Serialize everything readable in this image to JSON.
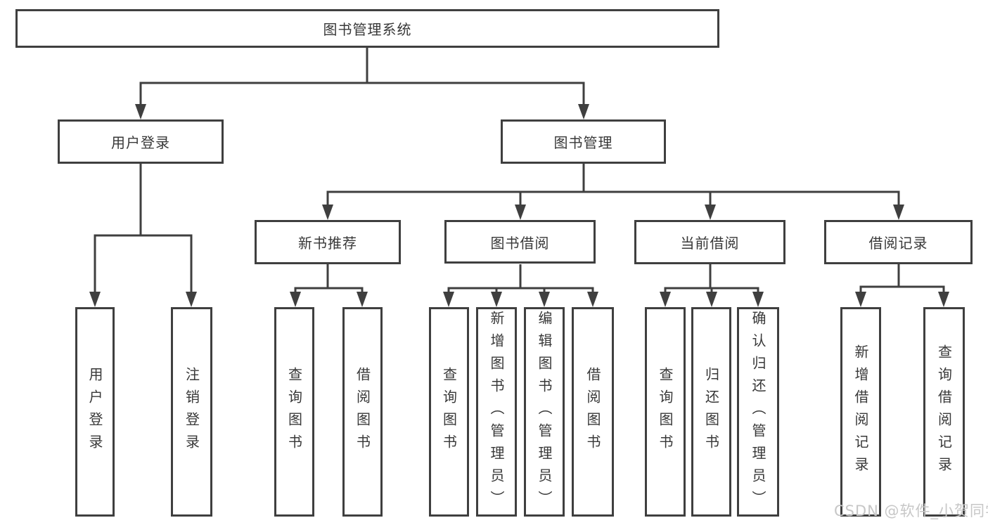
{
  "diagram": {
    "title": "图书管理系统",
    "root": {
      "label": "图书管理系统"
    },
    "level2": [
      {
        "label": "用户登录"
      },
      {
        "label": "图书管理"
      }
    ],
    "level3": [
      {
        "label": "新书推荐",
        "parent": "图书管理"
      },
      {
        "label": "图书借阅",
        "parent": "图书管理"
      },
      {
        "label": "当前借阅",
        "parent": "图书管理"
      },
      {
        "label": "借阅记录",
        "parent": "图书管理"
      }
    ],
    "leaves": [
      {
        "label": "用户登录",
        "parent": "用户登录"
      },
      {
        "label": "注销登录",
        "parent": "用户登录"
      },
      {
        "label": "查询图书",
        "parent": "新书推荐"
      },
      {
        "label": "借阅图书",
        "parent": "新书推荐"
      },
      {
        "label": "查询图书",
        "parent": "图书借阅"
      },
      {
        "label": "新增图书（管理员）",
        "parent": "图书借阅"
      },
      {
        "label": "编辑图书（管理员）",
        "parent": "图书借阅"
      },
      {
        "label": "借阅图书",
        "parent": "图书借阅"
      },
      {
        "label": "查询图书",
        "parent": "当前借阅"
      },
      {
        "label": "归还图书",
        "parent": "当前借阅"
      },
      {
        "label": "确认归还（管理员）",
        "parent": "当前借阅"
      },
      {
        "label": "新增借阅记录",
        "parent": "借阅记录"
      },
      {
        "label": "查询借阅记录",
        "parent": "借阅记录"
      }
    ]
  },
  "watermark": {
    "text": "CSDN @软件_小贺同学"
  },
  "colors": {
    "line": "#3f3f3f",
    "box_border": "#3f3f3f",
    "text": "#383838",
    "watermark": "#c7c7c7",
    "background": "#ffffff"
  }
}
